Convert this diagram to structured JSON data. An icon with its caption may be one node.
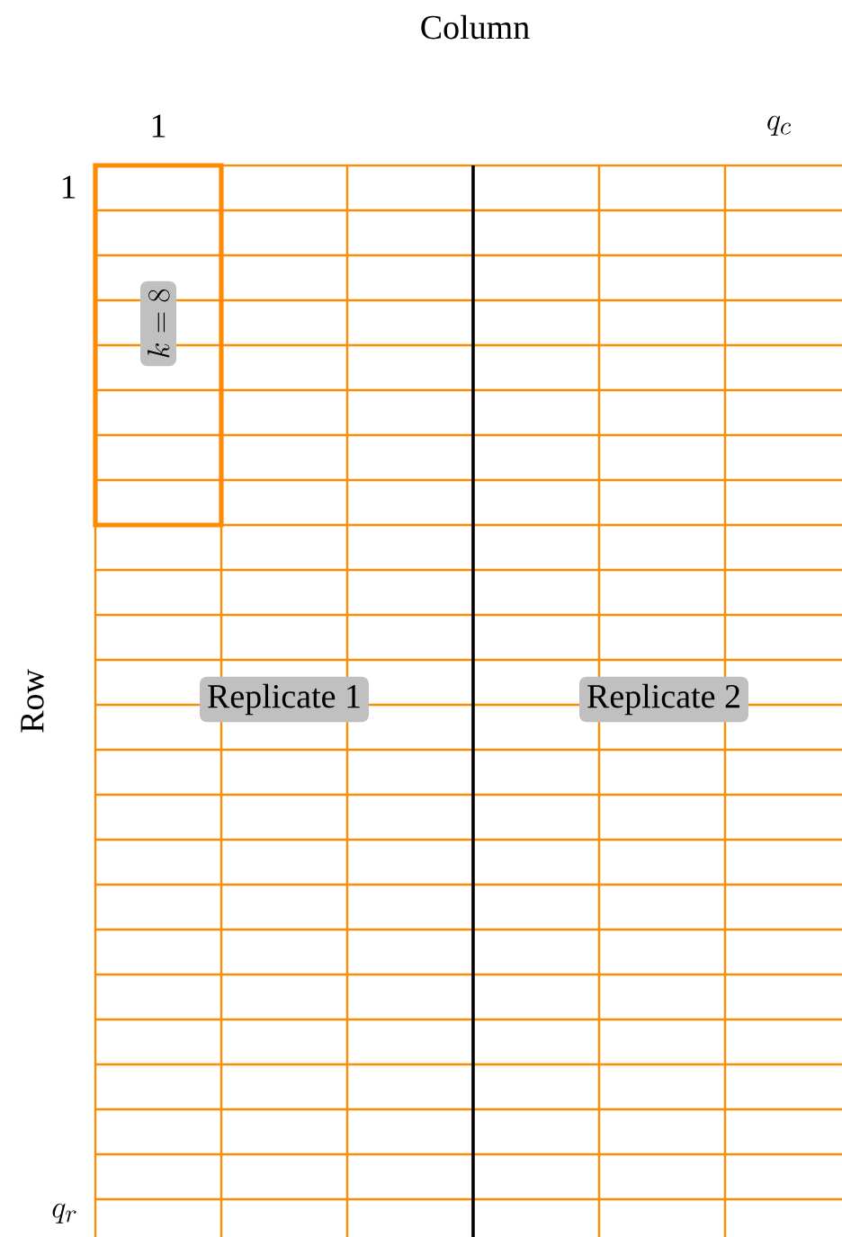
{
  "diagram": {
    "nodes": [
      {
        "text": [
          "k = 8"
        ]
      },
      {
        "text": [
          "Replicate 1"
        ]
      },
      {
        "text": [
          "Replicate 2"
        ]
      }
    ],
    "labels": [
      "Column",
      "1",
      "q_c",
      "1",
      "Row",
      "q_r"
    ]
  }
}
